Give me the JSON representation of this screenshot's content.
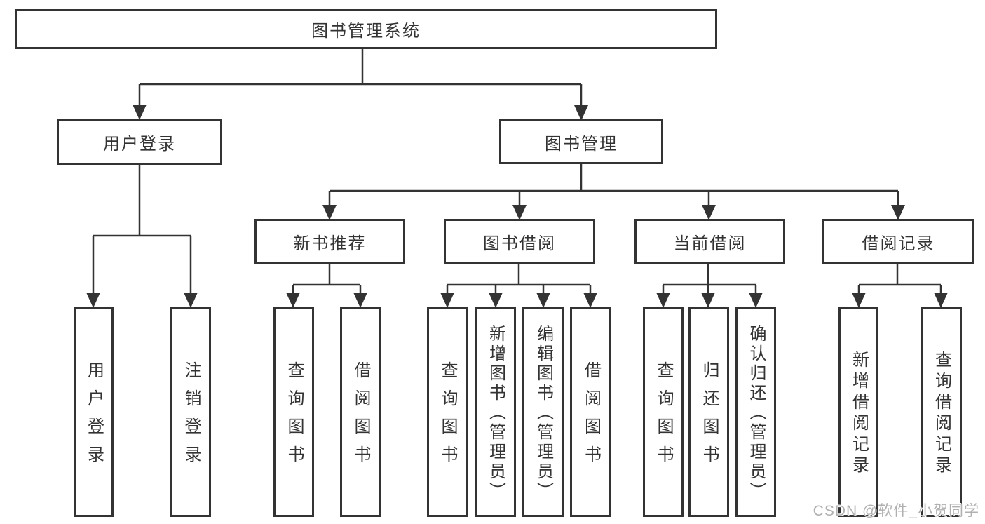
{
  "colors": {
    "line": "#333333",
    "text": "#333333",
    "box_background": "#ffffff",
    "page_background": "#ffffff",
    "watermark": "#b0b0b0"
  },
  "tree": {
    "root": {
      "label": "图书管理系统"
    },
    "level2": [
      {
        "label": "用户登录"
      },
      {
        "label": "图书管理"
      }
    ],
    "level3": [
      {
        "label": "新书推荐",
        "parent": "图书管理"
      },
      {
        "label": "图书借阅",
        "parent": "图书管理"
      },
      {
        "label": "当前借阅",
        "parent": "图书管理"
      },
      {
        "label": "借阅记录",
        "parent": "图书管理"
      }
    ],
    "leaves": [
      {
        "label": "用户登录",
        "parent": "用户登录"
      },
      {
        "label": "注销登录",
        "parent": "用户登录"
      },
      {
        "label": "查询图书",
        "parent": "新书推荐"
      },
      {
        "label": "借阅图书",
        "parent": "新书推荐"
      },
      {
        "label": "查询图书",
        "parent": "图书借阅"
      },
      {
        "label": "新增图书（管理员）",
        "parent": "图书借阅"
      },
      {
        "label": "编辑图书（管理员）",
        "parent": "图书借阅"
      },
      {
        "label": "借阅图书",
        "parent": "图书借阅"
      },
      {
        "label": "查询图书",
        "parent": "当前借阅"
      },
      {
        "label": "归还图书",
        "parent": "当前借阅"
      },
      {
        "label": "确认归还（管理员）",
        "parent": "当前借阅"
      },
      {
        "label": "新增借阅记录",
        "parent": "借阅记录"
      },
      {
        "label": "查询借阅记录",
        "parent": "借阅记录"
      }
    ]
  },
  "watermark": {
    "text": "CSDN @软件_小贺同学"
  }
}
